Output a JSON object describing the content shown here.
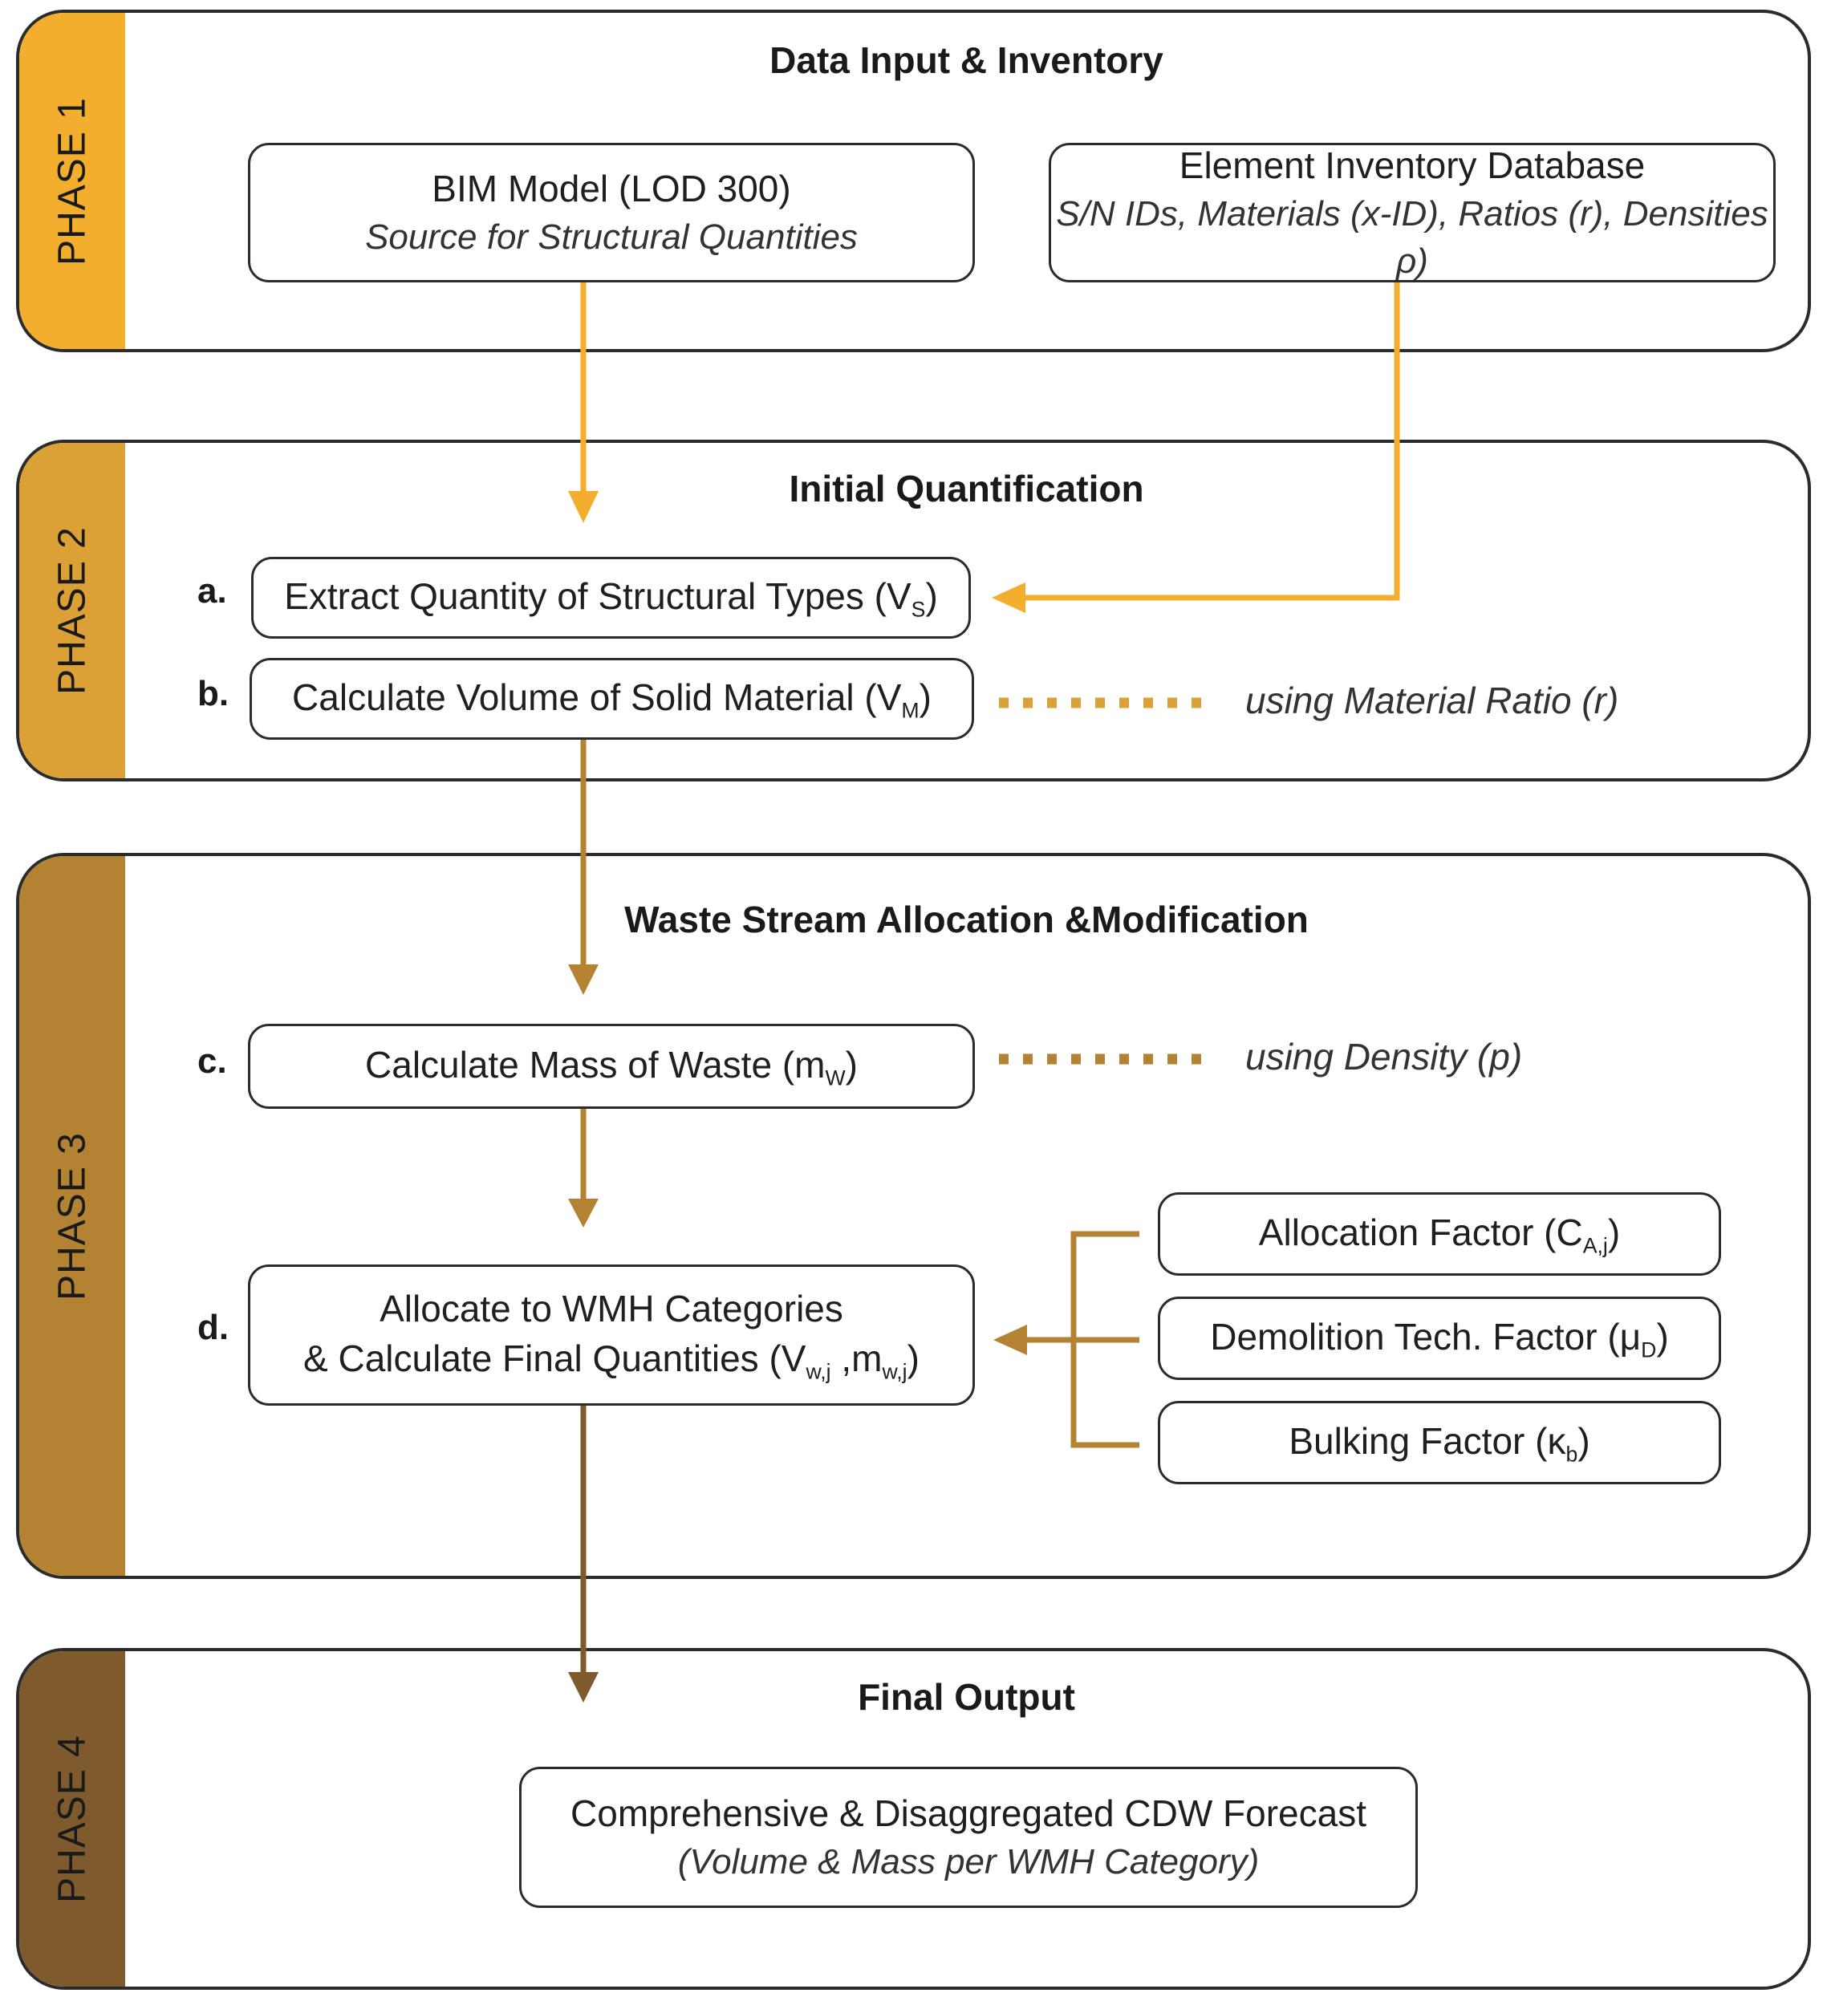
{
  "phases": [
    {
      "label": "PHASE 1",
      "title": "Data Input & Inventory"
    },
    {
      "label": "PHASE 2",
      "title": "Initial Quantification"
    },
    {
      "label": "PHASE 3",
      "title": "Waste Stream Allocation &Modification"
    },
    {
      "label": "PHASE 4",
      "title": "Final Output"
    }
  ],
  "colors": {
    "phase1": "#f4ae2e",
    "phase2": "#dca136",
    "phase3": "#b48233",
    "phase4": "#7e5a2d"
  },
  "phase1": {
    "bim": {
      "title": "BIM Model (LOD 300)",
      "subtitle": "Source for Structural Quantities"
    },
    "inventory": {
      "title": "Element Inventory Database",
      "subtitle": "S/N IDs, Materials (x-ID), Ratios (r), Densities ρ)"
    }
  },
  "phase2": {
    "step_a": {
      "letter": "a.",
      "text": "Extract Quantity of Structural Types (V",
      "sub": "S",
      "end": ")"
    },
    "step_b": {
      "letter": "b.",
      "text": "Calculate Volume of Solid Material (V",
      "sub": "M",
      "end": ")"
    },
    "note_b": "using Material Ratio (r)"
  },
  "phase3": {
    "step_c": {
      "letter": "c.",
      "text": "Calculate Mass of Waste (m",
      "sub": "W",
      "end": ")"
    },
    "note_c": "using Density (p)",
    "step_d": {
      "letter": "d.",
      "line1": "Allocate to WMH Categories",
      "line2": "& Calculate Final Quantities (V",
      "sub1": "w,j",
      "mid": " ,m",
      "sub2": "w,j",
      "end": ")"
    },
    "factors": [
      {
        "text": "Allocation Factor (C",
        "sub": "A,j",
        "end": ")"
      },
      {
        "text": "Demolition Tech. Factor (μ",
        "sub": "D",
        "end": ")"
      },
      {
        "text": "Bulking Factor (κ",
        "sub": "b",
        "end": ")"
      }
    ]
  },
  "phase4": {
    "output": {
      "title": "Comprehensive & Disaggregated CDW Forecast",
      "subtitle": "(Volume & Mass per WMH Category)"
    }
  }
}
